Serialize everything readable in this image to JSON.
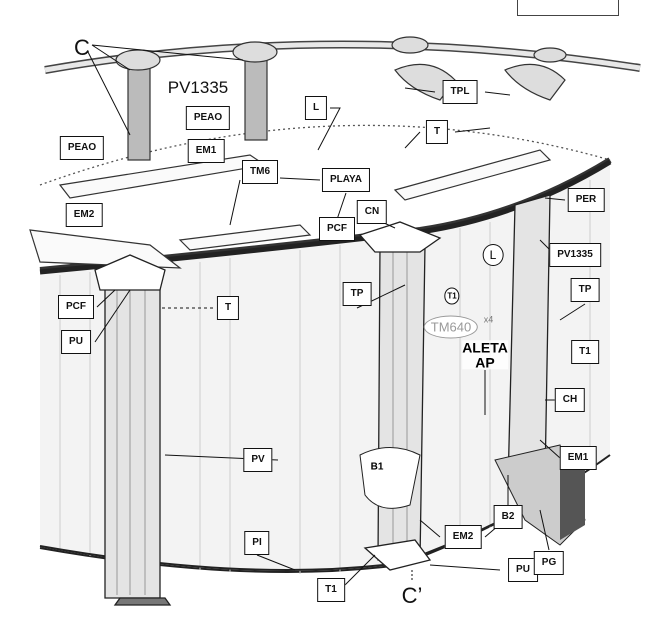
{
  "labels": {
    "c": "C",
    "pv1335_top": "PV1335",
    "l": "L",
    "tpl": "TPL",
    "peao_1": "PEAO",
    "peao_2": "PEAO",
    "em1_top": "EM1",
    "t_top": "T",
    "tm6": "TM6",
    "playa": "PLAYA",
    "per": "PER",
    "em2_top": "EM2",
    "cn": "CN",
    "pcf_top": "PCF",
    "l_circle": "L",
    "pv1335_box": "PV1335",
    "tp_center": "TP",
    "t1_circle": "T1",
    "tm640": "TM640",
    "tm640_qty": "x4",
    "aleta_1": "ALETA",
    "aleta_2": "AP",
    "tp_right": "TP",
    "t1_right": "T1",
    "pcf_left": "PCF",
    "t_left": "T",
    "pu_left": "PU",
    "ch": "CH",
    "pv": "PV",
    "em1_right": "EM1",
    "b1": "B1",
    "b2": "B2",
    "pi": "PI",
    "em2_bottom": "EM2",
    "pu_bottom": "PU",
    "pg": "PG",
    "t1_bottom": "T1",
    "c_prime": "C’"
  }
}
